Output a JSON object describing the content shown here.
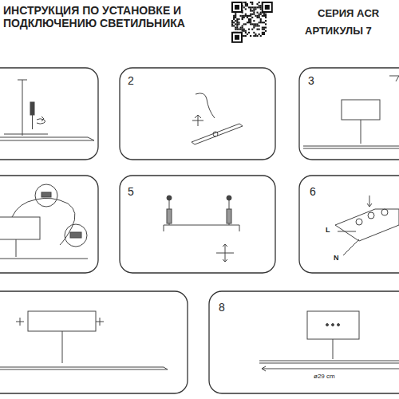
{
  "diagram": {
    "title": "ИНСТРУКЦИЯ ПО УСТАНОВКЕ И ПОДКЛЮЧЕНИЮ СВЕТИЛЬНИКА",
    "labels": [
      "СЕРИЯ ACR",
      "АРТИКУЛЫ 7",
      "2",
      "3",
      "5",
      "6",
      "8",
      "L",
      "N",
      "ø29 cm"
    ]
  }
}
